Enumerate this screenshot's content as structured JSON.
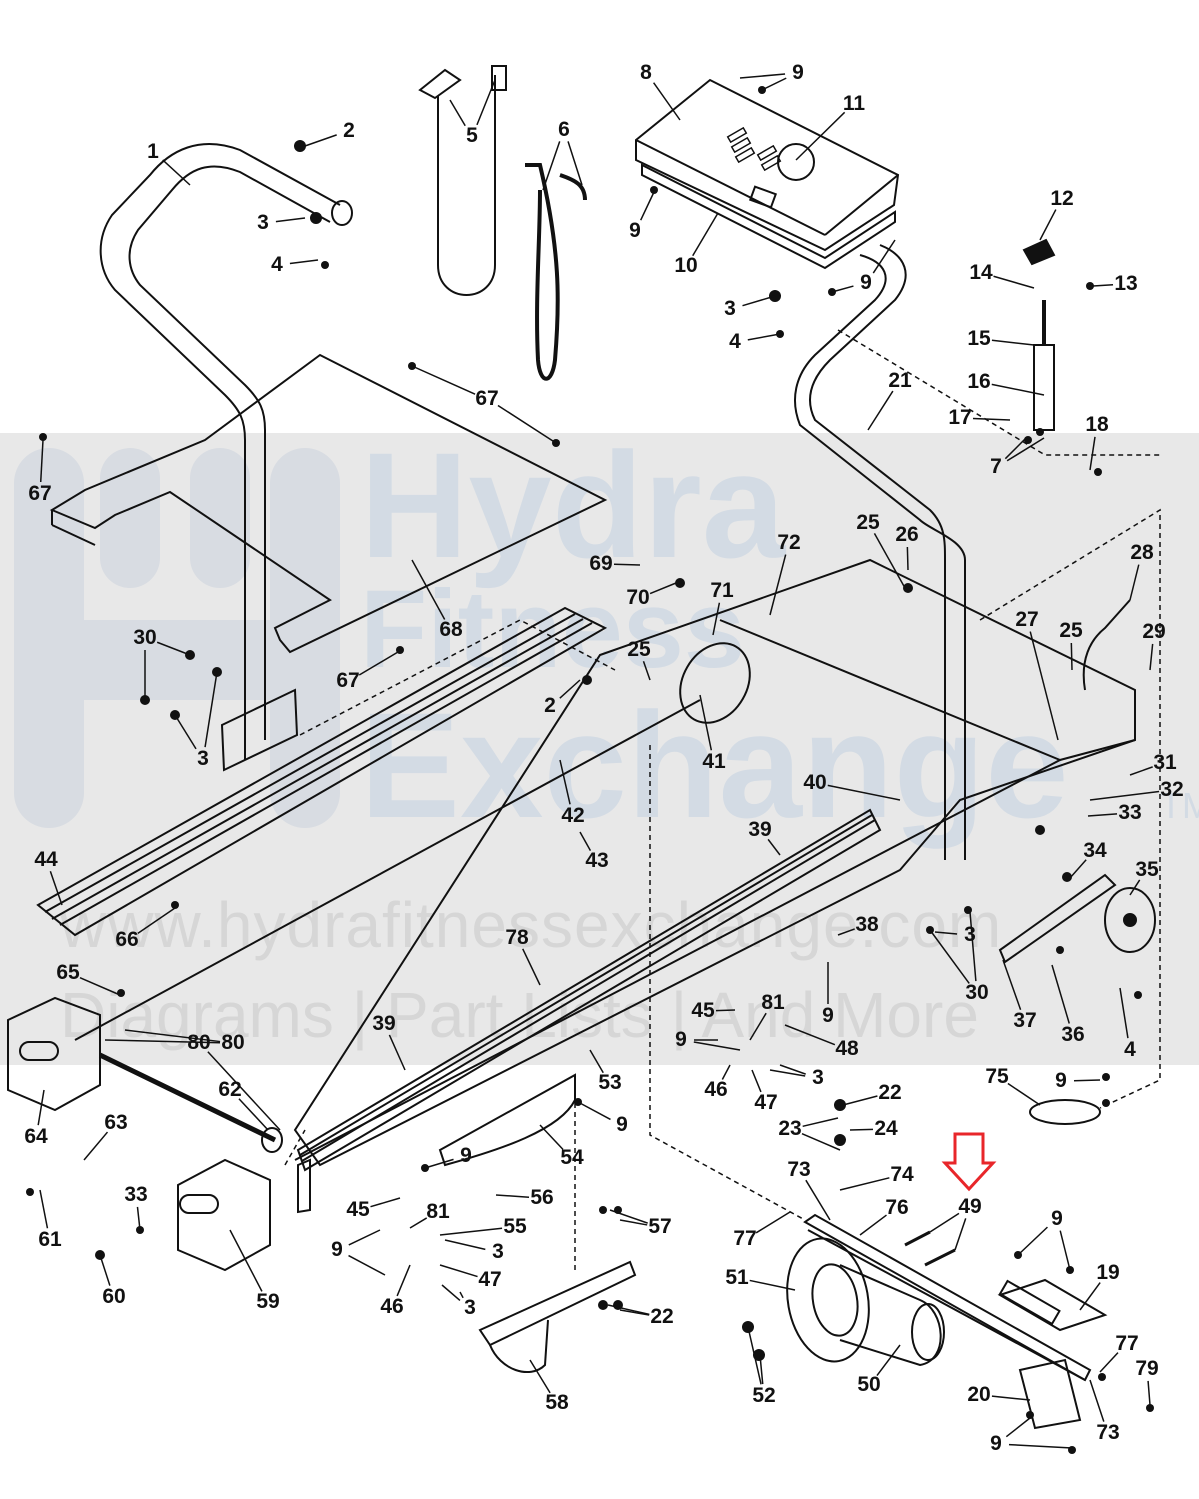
{
  "diagram": {
    "type": "exploded-parts-diagram",
    "subject": "treadmill",
    "highlight": {
      "part": "49",
      "indicator": "red-down-arrow",
      "color": "#e8262a"
    },
    "watermark": {
      "brand_line1": "Hydra",
      "brand_line2": "Fitness",
      "brand_line3": "Exchange",
      "trademark": "TM",
      "url": "www.hydrafitnessexchange.com",
      "tagline": "Diagrams | Part Lists | And More"
    },
    "callouts": [
      {
        "id": "c1",
        "text": "1"
      },
      {
        "id": "c2a",
        "text": "2"
      },
      {
        "id": "c3a",
        "text": "3"
      },
      {
        "id": "c4a",
        "text": "4"
      },
      {
        "id": "c5",
        "text": "5"
      },
      {
        "id": "c6",
        "text": "6"
      },
      {
        "id": "c8",
        "text": "8"
      },
      {
        "id": "c9a",
        "text": "9"
      },
      {
        "id": "c11",
        "text": "11"
      },
      {
        "id": "c9b",
        "text": "9"
      },
      {
        "id": "c10",
        "text": "10"
      },
      {
        "id": "c9c",
        "text": "9"
      },
      {
        "id": "c3b",
        "text": "3"
      },
      {
        "id": "c4b",
        "text": "4"
      },
      {
        "id": "c12",
        "text": "12"
      },
      {
        "id": "c14",
        "text": "14"
      },
      {
        "id": "c13",
        "text": "13"
      },
      {
        "id": "c15",
        "text": "15"
      },
      {
        "id": "c16",
        "text": "16"
      },
      {
        "id": "c21",
        "text": "21"
      },
      {
        "id": "c17",
        "text": "17"
      },
      {
        "id": "c18",
        "text": "18"
      },
      {
        "id": "c7",
        "text": "7"
      },
      {
        "id": "c67a",
        "text": "67"
      },
      {
        "id": "c67b",
        "text": "67"
      },
      {
        "id": "c68",
        "text": "68"
      },
      {
        "id": "c67c",
        "text": "67"
      },
      {
        "id": "c25a",
        "text": "25"
      },
      {
        "id": "c26",
        "text": "26"
      },
      {
        "id": "c72",
        "text": "72"
      },
      {
        "id": "c69",
        "text": "69"
      },
      {
        "id": "c70",
        "text": "70"
      },
      {
        "id": "c71",
        "text": "71"
      },
      {
        "id": "c28",
        "text": "28"
      },
      {
        "id": "c27",
        "text": "27"
      },
      {
        "id": "c25b",
        "text": "25"
      },
      {
        "id": "c29",
        "text": "29"
      },
      {
        "id": "c30a",
        "text": "30"
      },
      {
        "id": "c3c",
        "text": "3"
      },
      {
        "id": "c25c",
        "text": "25"
      },
      {
        "id": "c2b",
        "text": "2"
      },
      {
        "id": "c41",
        "text": "41"
      },
      {
        "id": "c42",
        "text": "42"
      },
      {
        "id": "c40",
        "text": "40"
      },
      {
        "id": "c31",
        "text": "31"
      },
      {
        "id": "c32",
        "text": "32"
      },
      {
        "id": "c33a",
        "text": "33"
      },
      {
        "id": "c34",
        "text": "34"
      },
      {
        "id": "c39a",
        "text": "39"
      },
      {
        "id": "c35",
        "text": "35"
      },
      {
        "id": "c44",
        "text": "44"
      },
      {
        "id": "c43",
        "text": "43"
      },
      {
        "id": "c66",
        "text": "66"
      },
      {
        "id": "c78",
        "text": "78"
      },
      {
        "id": "c38",
        "text": "38"
      },
      {
        "id": "c3d",
        "text": "3"
      },
      {
        "id": "c30b",
        "text": "30"
      },
      {
        "id": "c37",
        "text": "37"
      },
      {
        "id": "c36",
        "text": "36"
      },
      {
        "id": "c4c",
        "text": "4"
      },
      {
        "id": "c65",
        "text": "65"
      },
      {
        "id": "c9d",
        "text": "9"
      },
      {
        "id": "c45a",
        "text": "45"
      },
      {
        "id": "c81a",
        "text": "81"
      },
      {
        "id": "c48",
        "text": "48"
      },
      {
        "id": "c80a",
        "text": "80"
      },
      {
        "id": "c39b",
        "text": "39"
      },
      {
        "id": "c9e",
        "text": "9"
      },
      {
        "id": "c3e",
        "text": "3"
      },
      {
        "id": "c64",
        "text": "64"
      },
      {
        "id": "c53",
        "text": "53"
      },
      {
        "id": "c46a",
        "text": "46"
      },
      {
        "id": "c47a",
        "text": "47"
      },
      {
        "id": "c75",
        "text": "75"
      },
      {
        "id": "c9f",
        "text": "9"
      },
      {
        "id": "c62",
        "text": "62"
      },
      {
        "id": "c80b",
        "text": "80"
      },
      {
        "id": "c9g",
        "text": "9"
      },
      {
        "id": "c22a",
        "text": "22"
      },
      {
        "id": "c63",
        "text": "63"
      },
      {
        "id": "c23",
        "text": "23"
      },
      {
        "id": "c24",
        "text": "24"
      },
      {
        "id": "c54",
        "text": "54"
      },
      {
        "id": "c9h",
        "text": "9"
      },
      {
        "id": "c73a",
        "text": "73"
      },
      {
        "id": "c74",
        "text": "74"
      },
      {
        "id": "c49",
        "text": "49"
      },
      {
        "id": "c33b",
        "text": "33"
      },
      {
        "id": "c56",
        "text": "56"
      },
      {
        "id": "c61",
        "text": "61"
      },
      {
        "id": "c45b",
        "text": "45"
      },
      {
        "id": "c81b",
        "text": "81"
      },
      {
        "id": "c77a",
        "text": "77"
      },
      {
        "id": "c76",
        "text": "76"
      },
      {
        "id": "c9i",
        "text": "9"
      },
      {
        "id": "c55",
        "text": "55"
      },
      {
        "id": "c57",
        "text": "57"
      },
      {
        "id": "c9j",
        "text": "9"
      },
      {
        "id": "c3f",
        "text": "3"
      },
      {
        "id": "c19",
        "text": "19"
      },
      {
        "id": "c51",
        "text": "51"
      },
      {
        "id": "c47b",
        "text": "47"
      },
      {
        "id": "c60",
        "text": "60"
      },
      {
        "id": "c59",
        "text": "59"
      },
      {
        "id": "c46b",
        "text": "46"
      },
      {
        "id": "c3g",
        "text": "3"
      },
      {
        "id": "c22b",
        "text": "22"
      },
      {
        "id": "c77b",
        "text": "77"
      },
      {
        "id": "c79",
        "text": "79"
      },
      {
        "id": "c50",
        "text": "50"
      },
      {
        "id": "c52",
        "text": "52"
      },
      {
        "id": "c20",
        "text": "20"
      },
      {
        "id": "c58",
        "text": "58"
      },
      {
        "id": "c73b",
        "text": "73"
      },
      {
        "id": "c9k",
        "text": "9"
      }
    ]
  }
}
